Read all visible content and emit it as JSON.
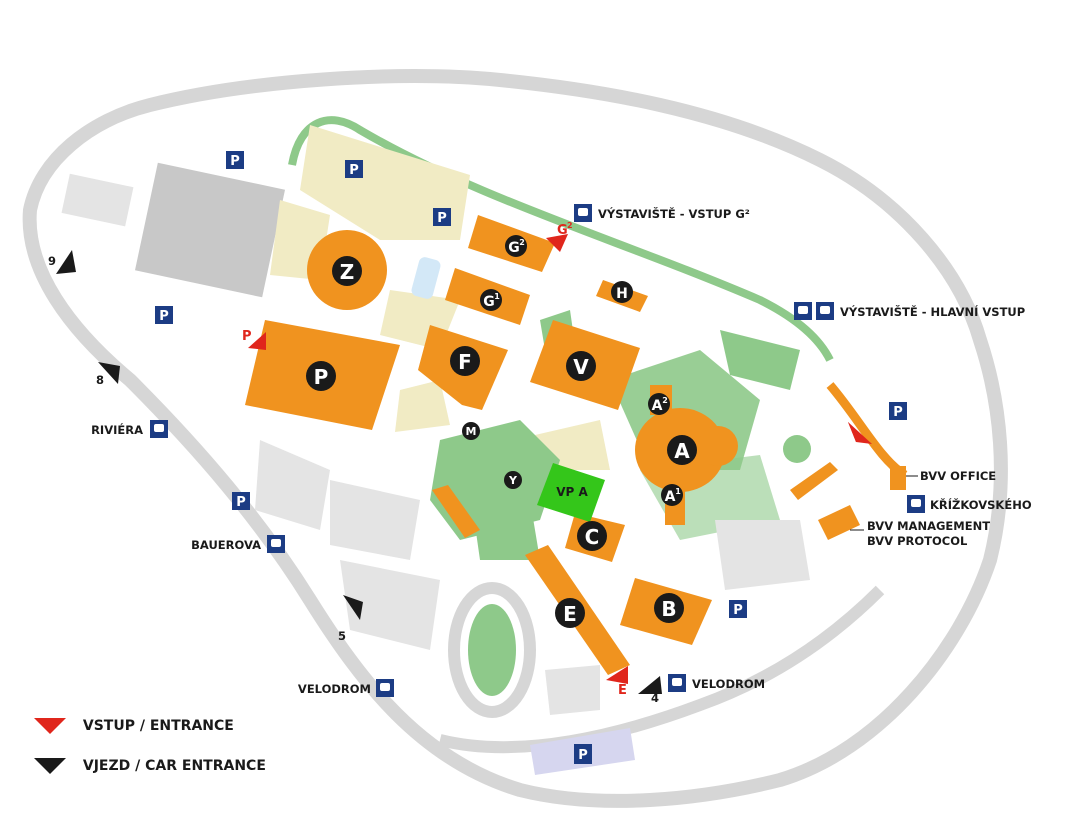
{
  "colors": {
    "orange": "#f0931f",
    "green": "#8ec98a",
    "bright_green": "#34c61a",
    "grey_road": "#d6d6d6",
    "light_grey": "#e4e4e4",
    "dark_grey": "#c8c8c8",
    "beige": "#f1ebc4",
    "navy": "#1c3c84",
    "red": "#e0261c",
    "black": "#1a1a1a",
    "lavender": "#d6d6ef"
  },
  "legend": {
    "entrance": "VSTUP / ENTRANCE",
    "car_entrance": "VJEZD / CAR ENTRANCE"
  },
  "pavilions": {
    "Z": "Z",
    "P": "P",
    "F": "F",
    "V": "V",
    "G1": "G",
    "G2": "G",
    "H": "H",
    "A": "A",
    "A1": "A",
    "A2": "A",
    "M": "M",
    "Y": "Y",
    "C": "C",
    "E": "E",
    "B": "B",
    "sup1": "1",
    "sup2": "2",
    "vpa": "VP A"
  },
  "parking_label": "P",
  "entrances": {
    "P": "P",
    "G2": "G",
    "G2sup": "2",
    "E": "E"
  },
  "car_entrances": {
    "n9": "9",
    "n8": "8",
    "n5": "5",
    "n4": "4"
  },
  "stops": {
    "vstup_g2": "VÝSTAVIŠTĚ - VSTUP G²",
    "hlavni_vstup": "VÝSTAVIŠTĚ - HLAVNÍ VSTUP",
    "riviera": "RIVIÉRA",
    "bauerova": "BAUEROVA",
    "velodrom_left": "VELODROM",
    "velodrom_right": "VELODROM",
    "krizkovskeho": "KŘÍŽKOVSKÉHO"
  },
  "offices": {
    "bvv_office": "BVV OFFICE",
    "bvv_management": "BVV MANAGEMENT",
    "bvv_protocol": "BVV PROTOCOL"
  }
}
